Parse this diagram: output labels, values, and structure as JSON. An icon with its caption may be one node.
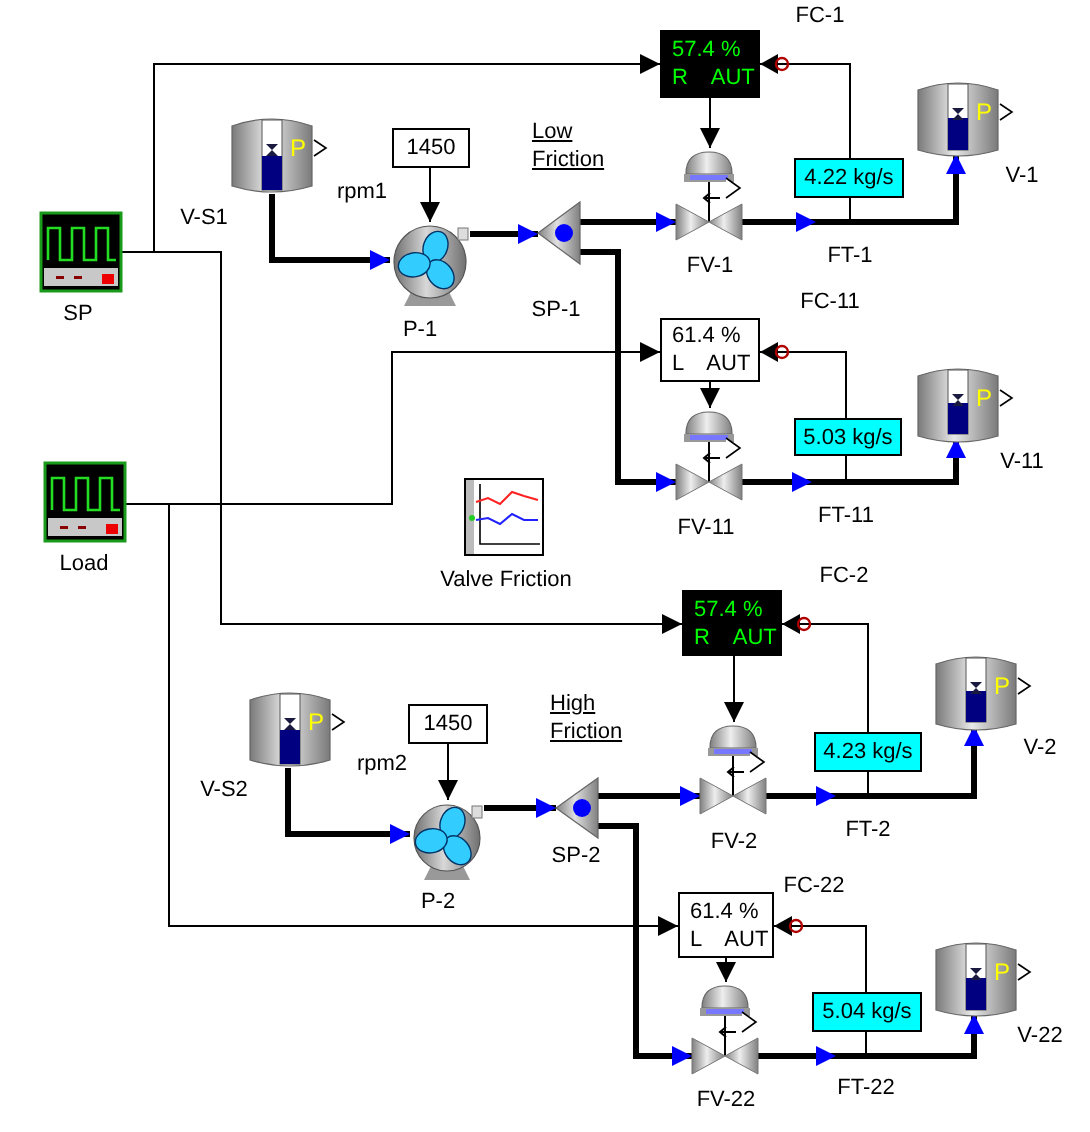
{
  "diagram": {
    "nodes": [
      {
        "text": [],
        "shape": "box",
        "beside": [
          "SP"
        ]
      },
      {
        "text": [],
        "shape": "box",
        "beside": [
          "Load"
        ]
      },
      {
        "text": [
          "P"
        ],
        "beside": [
          "V-S1"
        ]
      },
      {
        "text": [
          "1450"
        ],
        "beside": [
          "rpm1"
        ]
      },
      {
        "text": [],
        "shape": "circle",
        "beside": [
          "P-1"
        ]
      },
      {
        "text": [],
        "shape": "triangle",
        "beside": [
          "SP-1"
        ]
      },
      {
        "text": [
          "57.4 %",
          "R AUT"
        ],
        "beside": [
          "FC-1"
        ]
      },
      {
        "text": [],
        "shape": "valve",
        "beside": [
          "FV-1"
        ]
      },
      {
        "text": [
          "4.22 kg/s"
        ],
        "beside": [
          "FT-1"
        ]
      },
      {
        "text": [
          "P"
        ],
        "beside": [
          "V-1"
        ]
      },
      {
        "text": [
          "61.4 %",
          "L AUT"
        ],
        "beside": [
          "FC-11"
        ]
      },
      {
        "text": [],
        "shape": "valve",
        "beside": [
          "FV-11"
        ]
      },
      {
        "text": [
          "5.03 kg/s"
        ],
        "beside": [
          "FT-11"
        ]
      },
      {
        "text": [
          "P"
        ],
        "beside": [
          "V-11"
        ]
      },
      {
        "text": [],
        "shape": "picture",
        "beside": [
          "Valve Friction"
        ]
      },
      {
        "text": [
          "57.4 %",
          "R AUT"
        ],
        "beside": [
          "FC-2"
        ]
      },
      {
        "text": [
          "P"
        ],
        "beside": [
          "V-S2"
        ]
      },
      {
        "text": [
          "1450"
        ],
        "beside": [
          "rpm2"
        ]
      },
      {
        "text": [],
        "shape": "circle",
        "beside": [
          "P-2"
        ]
      },
      {
        "text": [],
        "shape": "triangle",
        "beside": [
          "SP-2"
        ]
      },
      {
        "text": [],
        "shape": "valve",
        "beside": [
          "FV-2"
        ]
      },
      {
        "text": [
          "4.23 kg/s"
        ],
        "beside": [
          "FT-2"
        ]
      },
      {
        "text": [
          "P"
        ],
        "beside": [
          "V-2"
        ]
      },
      {
        "text": [
          "61.4 %",
          "L AUT"
        ],
        "beside": [
          "FC-22"
        ]
      },
      {
        "text": [],
        "shape": "valve",
        "beside": [
          "FV-22"
        ]
      },
      {
        "text": [
          "5.04 kg/s"
        ],
        "beside": [
          "FT-22"
        ]
      },
      {
        "text": [
          "P"
        ],
        "beside": [
          "V-22"
        ]
      }
    ],
    "edges": [
      {
        "from": 2,
        "to": 4,
        "arrow": "to",
        "style": "thick"
      },
      {
        "from": 4,
        "to": 5,
        "arrow": "to",
        "style": "thick"
      },
      {
        "from": 5,
        "to": 7,
        "arrow": "to",
        "style": "thick"
      },
      {
        "from": 7,
        "to": 9,
        "arrow": "to",
        "style": "thick"
      },
      {
        "from": 5,
        "to": 11,
        "arrow": "to",
        "style": "thick"
      },
      {
        "from": 11,
        "to": 13,
        "arrow": "to",
        "style": "thick"
      },
      {
        "from": 16,
        "to": 18,
        "arrow": "to",
        "style": "thick"
      },
      {
        "from": 18,
        "to": 19,
        "arrow": "to",
        "style": "thick"
      },
      {
        "from": 19,
        "to": 20,
        "arrow": "to",
        "style": "thick"
      },
      {
        "from": 20,
        "to": 22,
        "arrow": "to",
        "style": "thick"
      },
      {
        "from": 19,
        "to": 24,
        "arrow": "to",
        "style": "thick"
      },
      {
        "from": 24,
        "to": 26,
        "arrow": "to",
        "style": "thick"
      },
      {
        "from": 0,
        "to": 6,
        "arrow": "to"
      },
      {
        "from": 0,
        "to": 15,
        "arrow": "to"
      },
      {
        "from": 1,
        "to": 10,
        "arrow": "to"
      },
      {
        "from": 1,
        "to": 23,
        "arrow": "to"
      },
      {
        "from": 3,
        "to": 4,
        "arrow": "to"
      },
      {
        "from": 17,
        "to": 18,
        "arrow": "to"
      },
      {
        "from": 6,
        "to": 7,
        "arrow": "to"
      },
      {
        "from": 8,
        "to": 6,
        "arrow": "to"
      },
      {
        "from": 10,
        "to": 11,
        "arrow": "to"
      },
      {
        "from": 12,
        "to": 10,
        "arrow": "to"
      },
      {
        "from": 15,
        "to": 20,
        "arrow": "to"
      },
      {
        "from": 21,
        "to": 15,
        "arrow": "to"
      },
      {
        "from": 23,
        "to": 24,
        "arrow": "to"
      },
      {
        "from": 25,
        "to": 23,
        "arrow": "to"
      },
      {
        "from": 8,
        "to": null,
        "arrow": "none"
      },
      {
        "from": 12,
        "to": null,
        "arrow": "none"
      },
      {
        "from": 21,
        "to": null,
        "arrow": "none"
      },
      {
        "from": 25,
        "to": null,
        "arrow": "none"
      }
    ],
    "labels": [
      "Low Friction",
      "High Friction"
    ]
  }
}
